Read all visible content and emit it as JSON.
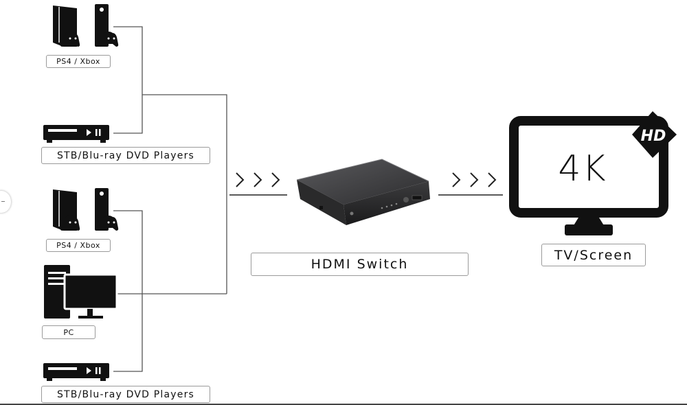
{
  "diagram": {
    "sources": {
      "console_1": {
        "label": "PS4 / Xbox",
        "icon": "game-console-icon"
      },
      "player_1": {
        "label": "STB/Blu-ray DVD Players",
        "icon": "media-player-icon"
      },
      "console_2": {
        "label": "PS4 / Xbox",
        "icon": "game-console-icon"
      },
      "pc": {
        "label": "PC",
        "icon": "desktop-computer-icon"
      },
      "player_2": {
        "label": "STB/Blu-ray DVD Players",
        "icon": "media-player-icon"
      }
    },
    "switch": {
      "label": "HDMI Switch",
      "icon": "hdmi-switch-icon"
    },
    "output": {
      "label": "TV/Screen",
      "screen_text": "4K",
      "badge_text": "HD",
      "icon": "tv-icon"
    },
    "arrows_icon": "chevron-right-icon",
    "colors": {
      "ink": "#111111",
      "line": "#555555",
      "label_border": "#9a9a9a",
      "device_body": "#3a3a3c"
    }
  }
}
